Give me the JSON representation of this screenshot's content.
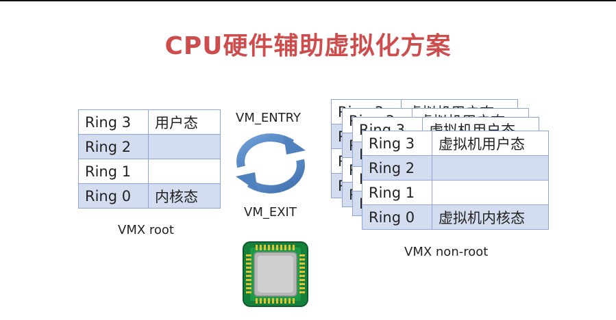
{
  "title": "CPU硬件辅助虚拟化方案",
  "root_table": {
    "rows": [
      {
        "ring": "Ring 3",
        "mode": "用户态"
      },
      {
        "ring": "Ring 2",
        "mode": ""
      },
      {
        "ring": "Ring 1",
        "mode": ""
      },
      {
        "ring": "Ring 0",
        "mode": "内核态"
      }
    ],
    "caption": "VMX root"
  },
  "transitions": {
    "entry": "VM_ENTRY",
    "exit": "VM_EXIT"
  },
  "nonroot_table": {
    "rows": [
      {
        "ring": "Ring 3",
        "mode": "虚拟机用户态"
      },
      {
        "ring": "Ring 2",
        "mode": ""
      },
      {
        "ring": "Ring 1",
        "mode": ""
      },
      {
        "ring": "Ring 0",
        "mode": "虚拟机内核态"
      }
    ],
    "caption": "VMX non-root"
  },
  "colors": {
    "title": "#cd4c4c",
    "table_border": "#8ea4d2",
    "table_band": "#d4dcef",
    "arrow": "#4f81bd",
    "chip_body": "#14803c"
  },
  "icons": {
    "cycle": "circular-arrows-icon",
    "chip": "cpu-chip-icon"
  }
}
